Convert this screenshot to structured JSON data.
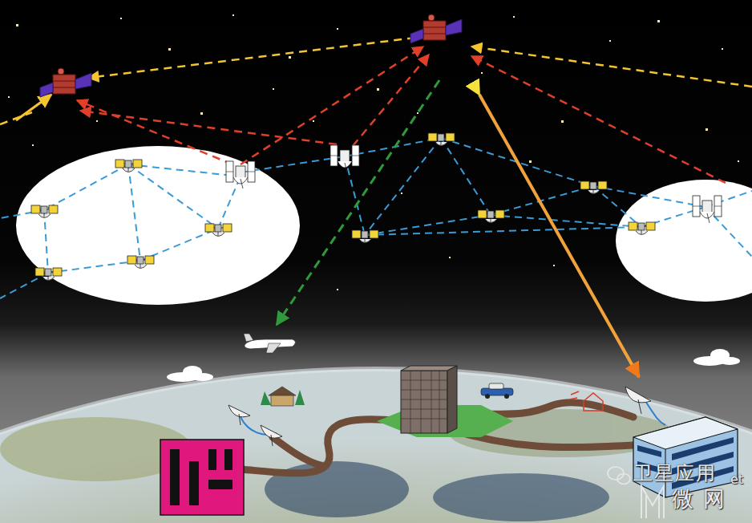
{
  "diagram": {
    "labels": [
      "卫星应用",
      "et",
      "微网"
    ]
  }
}
